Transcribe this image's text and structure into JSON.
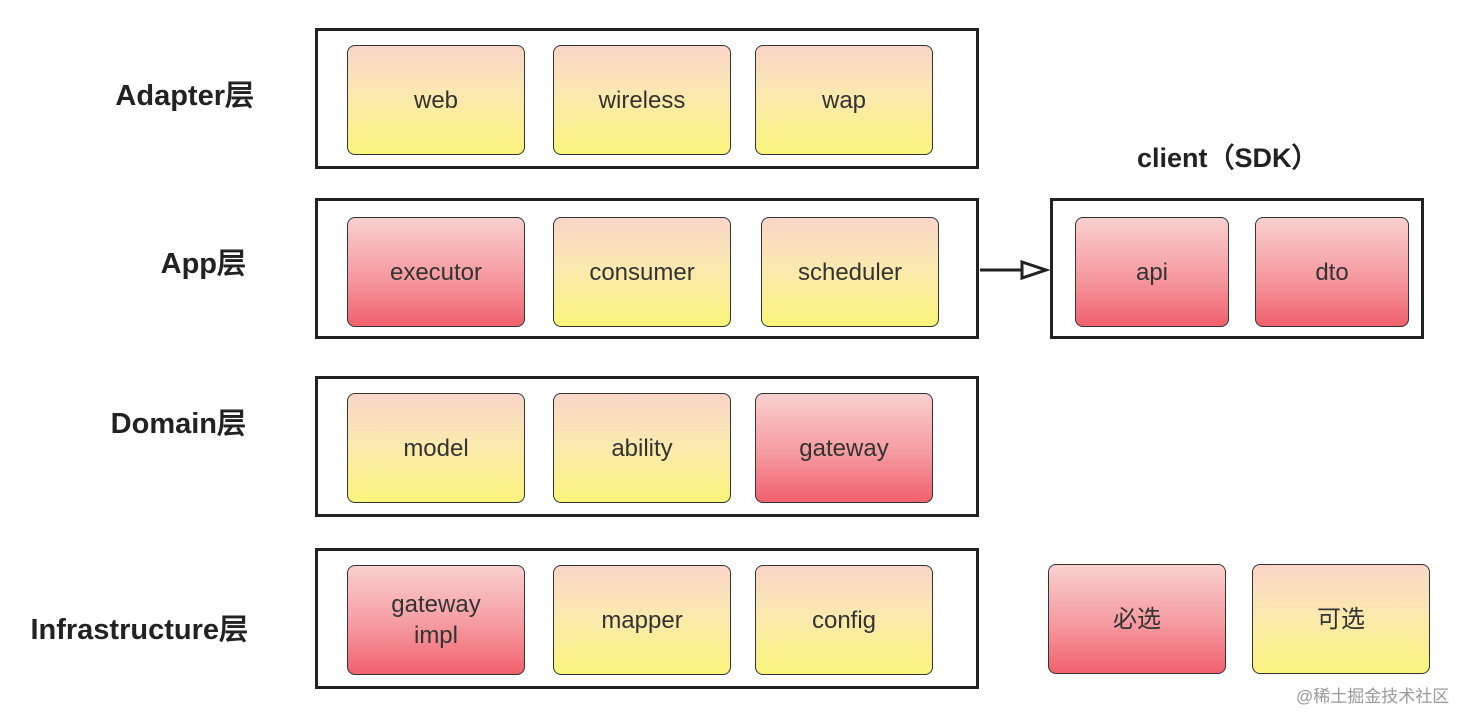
{
  "layers": {
    "adapter": {
      "label": "Adapter层",
      "boxes": [
        "web",
        "wireless",
        "wap"
      ]
    },
    "app": {
      "label": "App层",
      "boxes": [
        "executor",
        "consumer",
        "scheduler"
      ]
    },
    "domain": {
      "label": "Domain层",
      "boxes": [
        "model",
        "ability",
        "gateway"
      ]
    },
    "infrastructure": {
      "label": "Infrastructure层",
      "boxes": [
        "gateway impl",
        "mapper",
        "config"
      ]
    }
  },
  "client": {
    "title": "client（SDK）",
    "boxes": [
      "api",
      "dto"
    ]
  },
  "legend": {
    "required": "必选",
    "optional": "可选"
  },
  "watermark": "@稀土掘金技术社区",
  "colors": {
    "required_bottom": "#f1616d",
    "required_top": "#f9d0cf",
    "optional_bottom": "#fbf47c",
    "optional_top": "#f9d5c8",
    "frame": "#222222"
  }
}
